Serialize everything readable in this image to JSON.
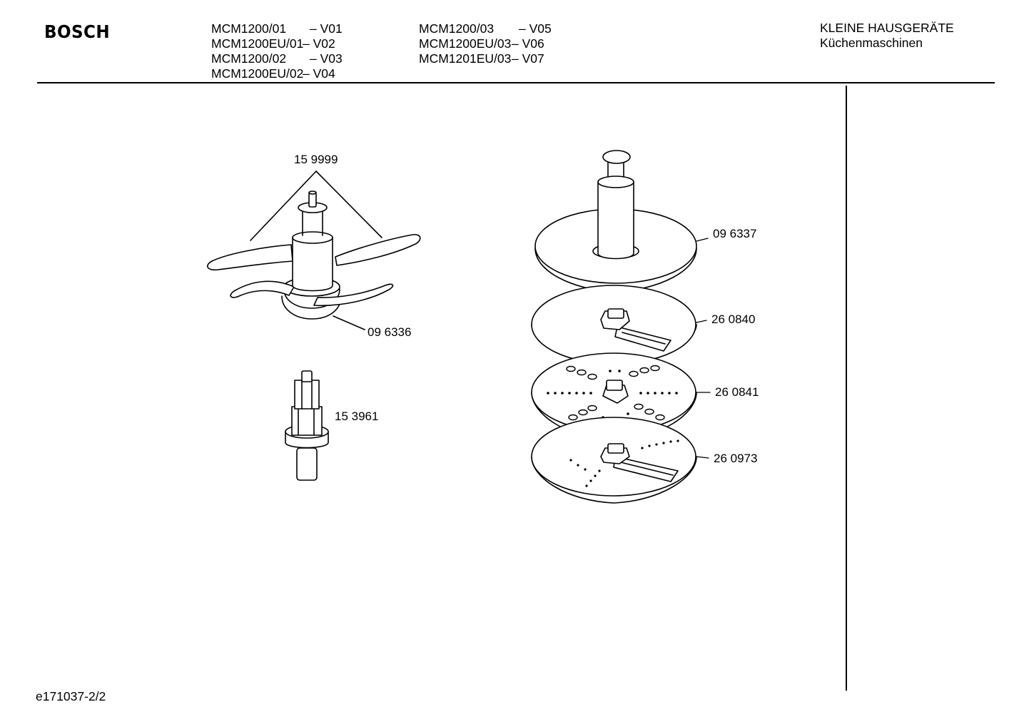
{
  "header": {
    "brand": "BOSCH",
    "models_left": [
      {
        "code": "MCM1200/01",
        "version": "– V01"
      },
      {
        "code": "MCM1200EU/01",
        "version": "– V02"
      },
      {
        "code": "MCM1200/02",
        "version": "– V03"
      },
      {
        "code": "MCM1200EU/02",
        "version": "– V04"
      }
    ],
    "models_right": [
      {
        "code": "MCM1200/03",
        "version": "– V05"
      },
      {
        "code": "MCM1200EU/03",
        "version": "– V06"
      },
      {
        "code": "MCM1201EU/03",
        "version": "– V07"
      }
    ],
    "category": "KLEINE HAUSGERÄTE",
    "subcategory": "Küchenmaschinen"
  },
  "parts": {
    "blade_housing": "15 9999",
    "blade_insert": "09 6336",
    "drive_shaft": "15 3961",
    "disc_carrier": "09 6337",
    "slicing_disc": "26 0840",
    "grating_disc": "26 0841",
    "shredding_disc": "26 0973"
  },
  "footer": {
    "drawing_id": "e171037-2/2"
  }
}
